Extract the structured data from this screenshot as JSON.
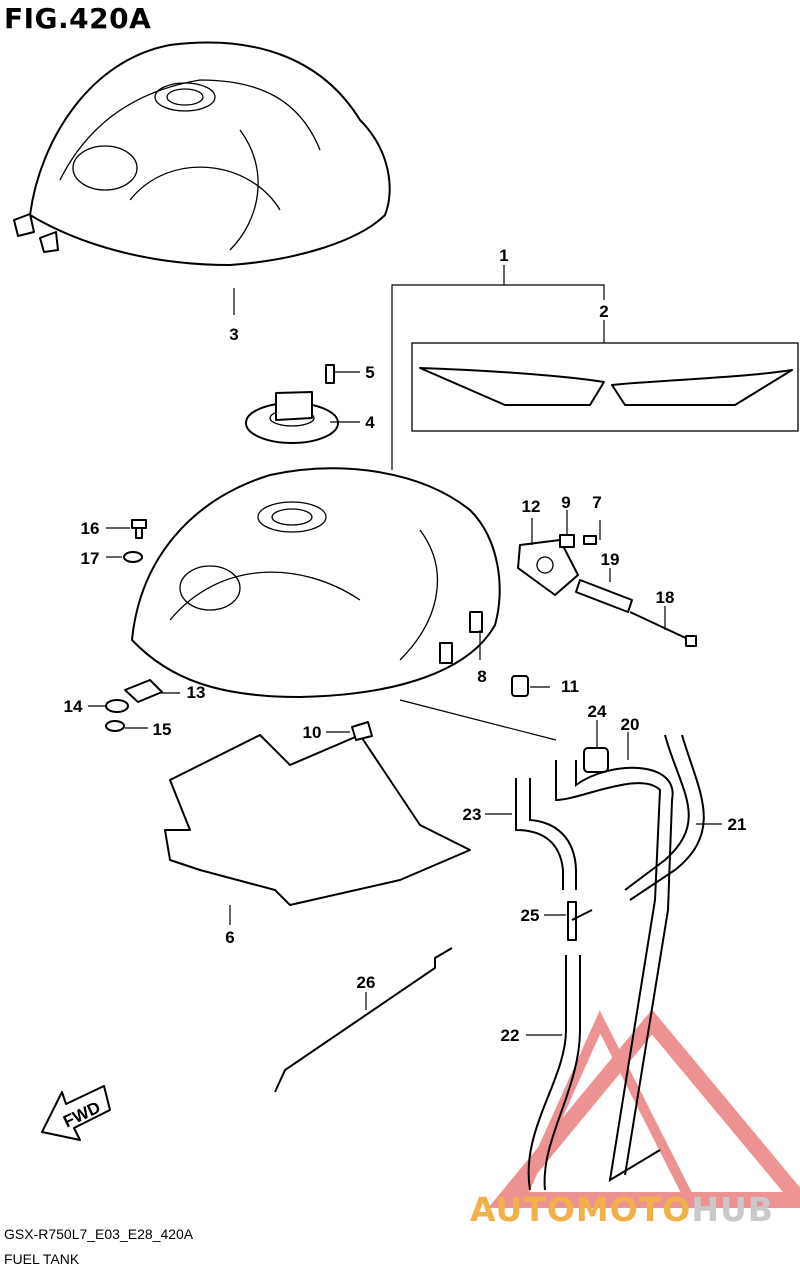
{
  "figure": {
    "title": "FIG.420A",
    "code": "GSX-R750L7_E03_E28_420A",
    "name": "FUEL TANK"
  },
  "arrow_label": "FWD",
  "watermark": {
    "part_a": "AUTOMOTO",
    "part_b": "HUB",
    "colors": {
      "triangle": "#e03a3a",
      "text_a": "#f2b04a",
      "text_b": "#c9c9c9"
    }
  },
  "callouts": [
    "1",
    "2",
    "3",
    "4",
    "5",
    "6",
    "7",
    "8",
    "9",
    "10",
    "11",
    "12",
    "13",
    "14",
    "15",
    "16",
    "17",
    "18",
    "19",
    "20",
    "21",
    "22",
    "23",
    "24",
    "25",
    "26"
  ]
}
